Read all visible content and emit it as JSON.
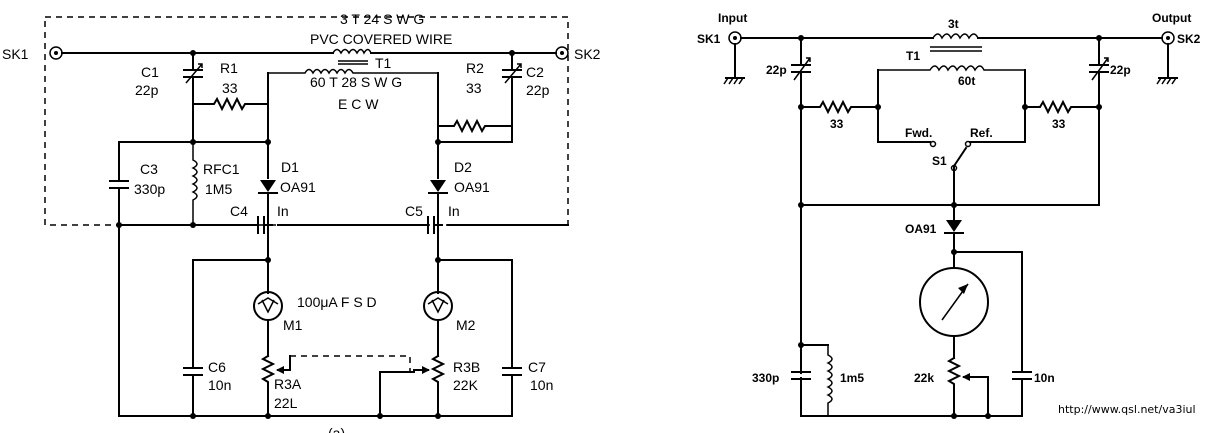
{
  "left": {
    "sk1": "SK1",
    "sk2": "SK2",
    "wire_top": "3 T 24 S W G",
    "wire_pvc": "PVC COVERED WIRE",
    "t1": "T1",
    "winding": "60 T 28 S W G",
    "ecw": "E C W",
    "c1": "C1",
    "c1_val": "22p",
    "c2": "C2",
    "c2_val": "22p",
    "r1": "R1",
    "r1_val": "33",
    "r2": "R2",
    "r2_val": "33",
    "c3": "C3",
    "c3_val": "330p",
    "rfc1": "RFC1",
    "rfc1_val": "1M5",
    "d1": "D1",
    "d1_val": "OA91",
    "d2": "D2",
    "d2_val": "OA91",
    "c4": "C4",
    "c4_val": "In",
    "c5": "C5",
    "c5_val": "In",
    "meter_spec": "100μA F S D",
    "m1": "M1",
    "m2": "M2",
    "c6": "C6",
    "c6_val": "10n",
    "c7": "C7",
    "c7_val": "10n",
    "r3a": "R3A",
    "r3a_val": "22L",
    "r3b": "R3B",
    "r3b_val": "22K",
    "fig": "(a)"
  },
  "right": {
    "input": "Input",
    "sk1": "SK1",
    "output": "Output",
    "sk2": "SK2",
    "turns": "3t",
    "t1": "T1",
    "sec_turns": "60t",
    "c_left": "22p",
    "c_right": "22p",
    "r_left": "33",
    "r_right": "33",
    "fwd": "Fwd.",
    "ref": "Ref.",
    "s1": "S1",
    "diode": "OA91",
    "c_bottom": "330p",
    "choke": "1m5",
    "pot": "22k",
    "c_meter": "10n"
  },
  "watermark": "http://www.qsl.net/va3iul"
}
